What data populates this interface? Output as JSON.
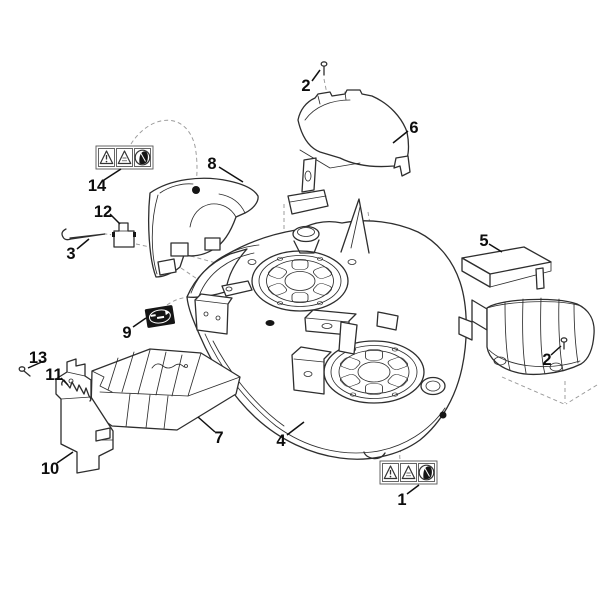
{
  "figure": {
    "background_color": "#ffffff",
    "line_color": "#2e2e2e",
    "label_color": "#0d0d0d"
  },
  "callouts": [
    {
      "id": "callout-1",
      "number": "1"
    },
    {
      "id": "callout-2-top",
      "number": "2"
    },
    {
      "id": "callout-2-right",
      "number": "2"
    },
    {
      "id": "callout-3",
      "number": "3"
    },
    {
      "id": "callout-4",
      "number": "4"
    },
    {
      "id": "callout-5",
      "number": "5"
    },
    {
      "id": "callout-6",
      "number": "6"
    },
    {
      "id": "callout-7",
      "number": "7"
    },
    {
      "id": "callout-8",
      "number": "8"
    },
    {
      "id": "callout-9",
      "number": "9"
    },
    {
      "id": "callout-10",
      "number": "10"
    },
    {
      "id": "callout-11",
      "number": "11"
    },
    {
      "id": "callout-12",
      "number": "12"
    },
    {
      "id": "callout-13",
      "number": "13"
    },
    {
      "id": "callout-14",
      "number": "14"
    }
  ],
  "safety_labels": [
    {
      "id": "safety-label-14",
      "icons": [
        "warning-triangle-exclamation-icon",
        "warning-triangle-instructions-icon",
        "thrown-objects-circle-icon"
      ]
    },
    {
      "id": "safety-label-1",
      "icons": [
        "warning-triangle-exclamation-icon",
        "warning-triangle-instructions-icon",
        "thrown-objects-circle-icon"
      ]
    }
  ]
}
